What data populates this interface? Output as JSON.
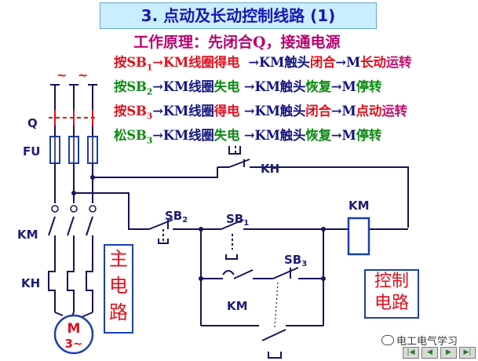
{
  "title": "3. 点动及长动控制线路 (1)",
  "principle": "工作原理：先闭合Q，接通电源",
  "steps": [
    [
      {
        "t": "按SB",
        "c": "c-red"
      },
      {
        "t": "1",
        "c": "c-red",
        "sub": true
      },
      {
        "t": "→KM线圈",
        "c": "c-red"
      },
      {
        "t": "得电",
        "c": "c-red"
      },
      {
        "t": "  →KM触头",
        "c": "c-navy"
      },
      {
        "t": "闭合",
        "c": "c-red"
      },
      {
        "t": "→M",
        "c": "c-navy"
      },
      {
        "t": "长动",
        "c": "c-red"
      },
      {
        "t": "运转",
        "c": "c-pink"
      }
    ],
    [
      {
        "t": "按SB",
        "c": "c-green"
      },
      {
        "t": "2",
        "c": "c-green",
        "sub": true
      },
      {
        "t": "→KM线圈",
        "c": "c-navy"
      },
      {
        "t": "失电",
        "c": "c-green"
      },
      {
        "t": " →KM触头",
        "c": "c-navy"
      },
      {
        "t": "恢复",
        "c": "c-green"
      },
      {
        "t": "→M",
        "c": "c-navy"
      },
      {
        "t": "停转",
        "c": "c-green"
      }
    ],
    [
      {
        "t": "按SB",
        "c": "c-red"
      },
      {
        "t": "3",
        "c": "c-red",
        "sub": true
      },
      {
        "t": "→KM线圈",
        "c": "c-navy"
      },
      {
        "t": "得电",
        "c": "c-red"
      },
      {
        "t": " →KM触头",
        "c": "c-navy"
      },
      {
        "t": "闭合",
        "c": "c-red"
      },
      {
        "t": "→M",
        "c": "c-navy"
      },
      {
        "t": "点动",
        "c": "c-red"
      },
      {
        "t": "运转",
        "c": "c-pink"
      }
    ],
    [
      {
        "t": "松SB",
        "c": "c-green"
      },
      {
        "t": "3",
        "c": "c-green",
        "sub": true
      },
      {
        "t": "→KM线圈",
        "c": "c-navy"
      },
      {
        "t": "失电",
        "c": "c-green"
      },
      {
        "t": " →KM触头",
        "c": "c-navy"
      },
      {
        "t": "恢复",
        "c": "c-green"
      },
      {
        "t": "→M",
        "c": "c-navy"
      },
      {
        "t": "停转",
        "c": "c-green"
      }
    ]
  ],
  "labels": {
    "q": "Q",
    "fu": "FU",
    "km_main": "KM",
    "kh_main": "KH",
    "kh_ctrl": "KH",
    "sb2": "SB",
    "sb2_sub": "2",
    "sb1": "SB",
    "sb1_sub": "1",
    "sb3": "SB",
    "sb3_sub": "3",
    "km_contact": "KM",
    "km_coil": "KM",
    "motor_m": "M",
    "motor_3": "3~",
    "phase_marks": "~ ~"
  },
  "main_circuit_box": [
    "主",
    "电",
    "路"
  ],
  "control_circuit_box": [
    "控制",
    "电路"
  ],
  "watermark": "电工电气学习",
  "nav_buttons": [
    "|◀",
    "◀",
    "▶",
    "▶|"
  ],
  "colors": {
    "wire": "#14145a",
    "title_bg": "#c9eeff",
    "accent_red": "#e0101d",
    "box_border": "#1a3fae"
  }
}
